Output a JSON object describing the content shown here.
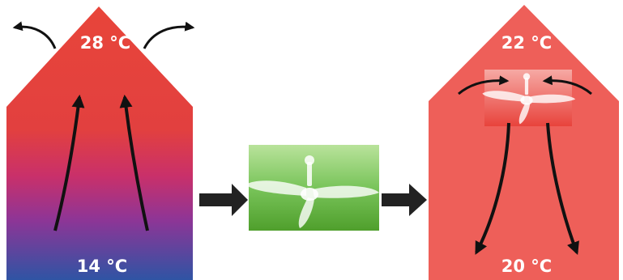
{
  "left_house": {
    "top_temperature": "28 °C",
    "bottom_temperature": "14 °C"
  },
  "right_house": {
    "top_temperature": "22 °C",
    "bottom_temperature": "20 °C"
  },
  "colors": {
    "hot_red": "#e8453a",
    "warm_magenta": "#b42a6e",
    "cool_blue": "#2f54a4",
    "mixed_red": "#ee5f59",
    "fan_box_green": "#5fb33b",
    "arrow_black": "#111111",
    "connector_dark": "#2a2a2a"
  },
  "icons": {
    "fan": "ceiling-fan-icon"
  }
}
